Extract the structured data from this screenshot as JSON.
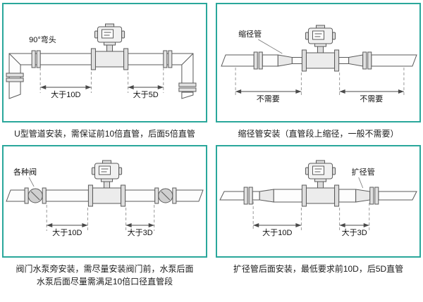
{
  "colors": {
    "panel_border": "#2aa79b",
    "line": "#5a5a5a"
  },
  "panels": [
    {
      "callout": "90°弯头",
      "dim_left": "大于10D",
      "dim_right": "大于5D",
      "caption": "U型管道安装，需保证前10倍直管，后面5倍直管"
    },
    {
      "callout": "缩径管",
      "dim_left": "不需要",
      "dim_right": "不需要",
      "caption": "缩径管安装（直管段上缩径，一般不需要）"
    },
    {
      "callout": "各种阀",
      "dim_left": "大于10D",
      "dim_right": "大于3D",
      "caption_line1": "阀门水泵旁安装，需尽量安装阀门前，水泵后面",
      "caption_line2": "水泵后面尽量需满足10倍口径直管段"
    },
    {
      "callout": "扩径管",
      "dim_left": "大于10D",
      "dim_right": "大于3D",
      "caption": "扩径管后面安装，最低要求前10D，后5D直管"
    }
  ]
}
